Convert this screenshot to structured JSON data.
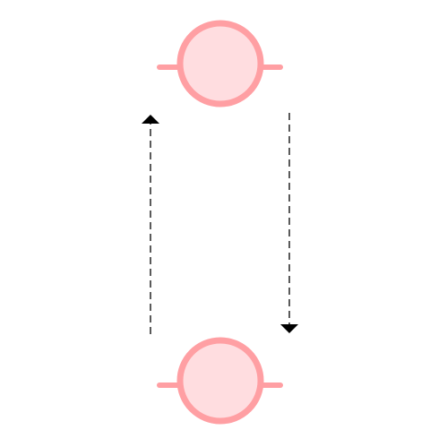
{
  "diagram": {
    "nodes": [
      {
        "id": "top-node",
        "shape": "circle-with-stubs"
      },
      {
        "id": "bottom-node",
        "shape": "circle-with-stubs"
      }
    ],
    "edges": [
      {
        "id": "edge-bottom-to-top",
        "from": "bottom-node",
        "to": "top-node",
        "style": "dashed",
        "arrowhead": "end"
      },
      {
        "id": "edge-top-to-bottom",
        "from": "top-node",
        "to": "bottom-node",
        "style": "dashed",
        "arrowhead": "end"
      }
    ],
    "colors": {
      "node_fill": "#ffdde0",
      "node_stroke": "#ff9fa3",
      "edge": "#000000",
      "background": "#ffffff"
    }
  }
}
